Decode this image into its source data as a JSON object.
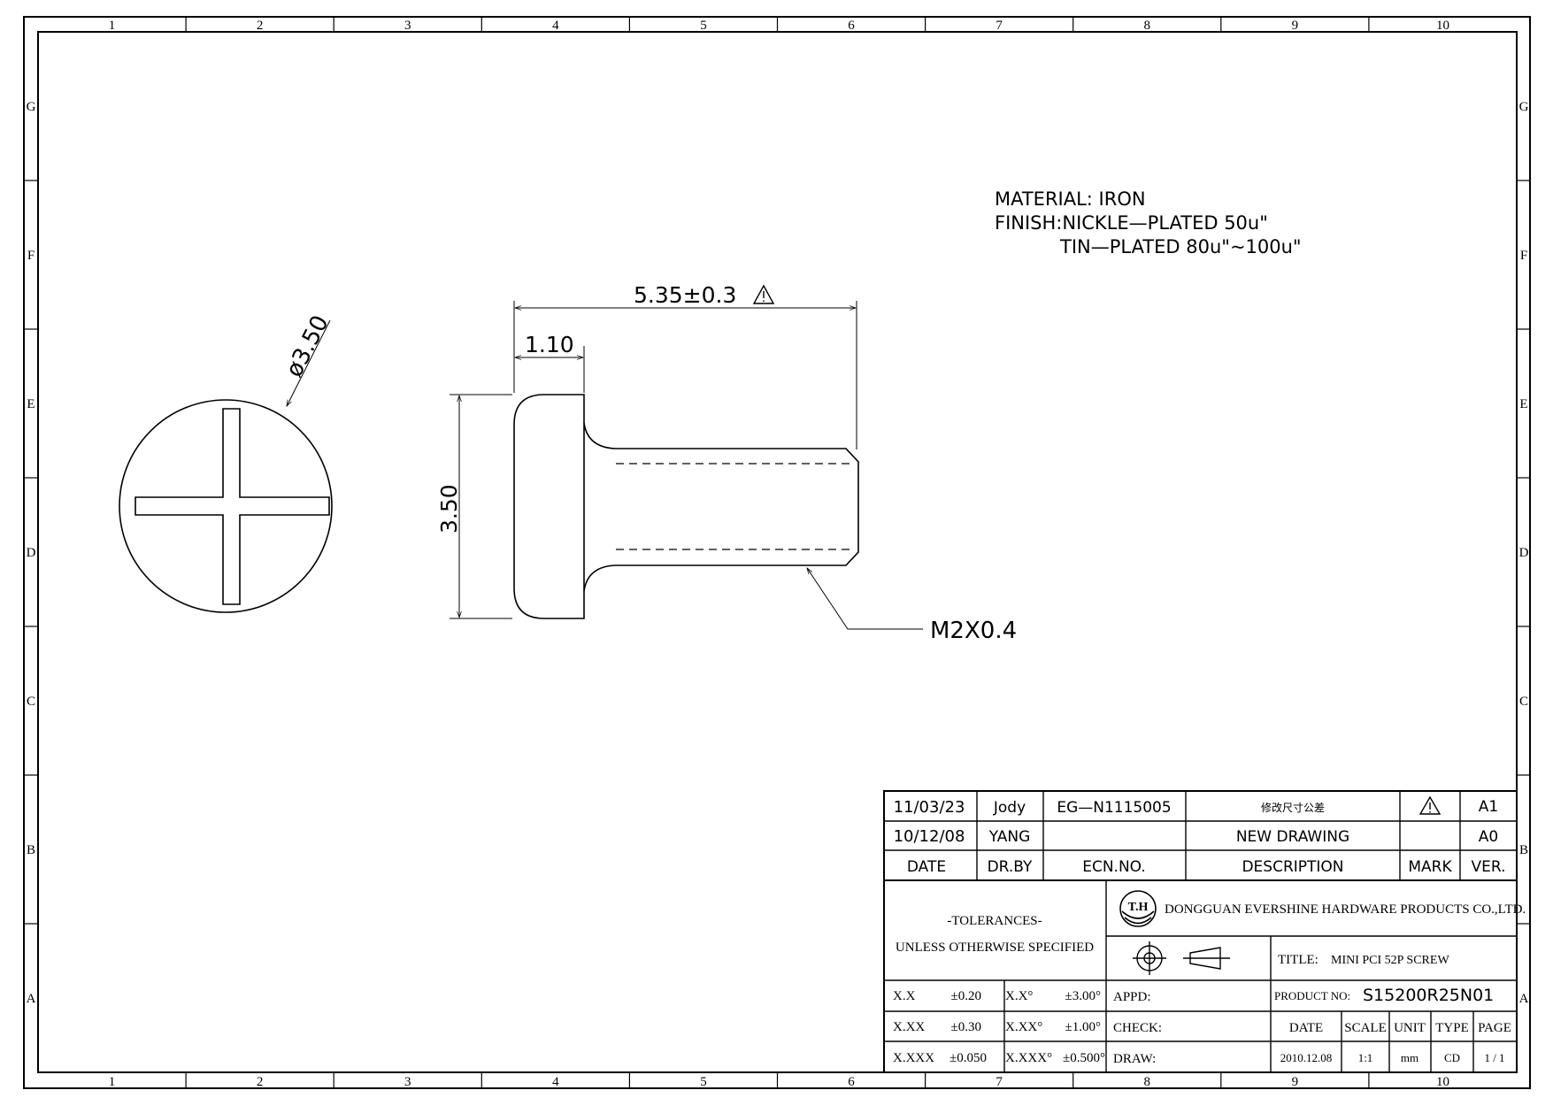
{
  "sheet": {
    "columns": [
      "1",
      "2",
      "3",
      "4",
      "5",
      "6",
      "7",
      "8",
      "9",
      "10"
    ],
    "rows": [
      "G",
      "F",
      "E",
      "D",
      "C",
      "B",
      "A"
    ]
  },
  "notes": {
    "material": "MATERIAL:  IRON",
    "finish": "FINISH:NICKLE—PLATED  50u\"",
    "finish2": "TIN—PLATED  80u\"~100u\""
  },
  "dimensions": {
    "head_diameter": "ø3.50",
    "overall_length": "5.35±0.3",
    "head_height": "1.10",
    "head_width": "3.50",
    "thread": "M2X0.4"
  },
  "revisions": [
    {
      "date": "11/03/23",
      "by": "Jody",
      "ecn": "EG—N1115005",
      "description": "修改尺寸公差",
      "mark": "triangle",
      "ver": "A1"
    },
    {
      "date": "10/12/08",
      "by": "YANG",
      "ecn": "",
      "description": "NEW  DRAWING",
      "mark": "",
      "ver": "A0"
    }
  ],
  "revision_headers": {
    "date": "DATE",
    "by": "DR.BY",
    "ecn": "ECN.NO.",
    "description": "DESCRIPTION",
    "mark": "MARK",
    "ver": "VER."
  },
  "title_block": {
    "tolerances_title": "-TOLERANCES-",
    "tolerances_sub": "UNLESS OTHERWISE SPECIFIED",
    "logo_text": "T.H",
    "company": "DONGGUAN EVERSHINE HARDWARE PRODUCTS CO.,LTD.",
    "title_label": "TITLE:",
    "title_value": "MINI PCI 52P SCREW",
    "product_label": "PRODUCT NO:",
    "product_value": "S15200R25N01",
    "appd_label": "APPD:",
    "check_label": "CHECK:",
    "draw_label": "DRAW:",
    "headers": {
      "date": "DATE",
      "scale": "SCALE",
      "unit": "UNIT",
      "type": "TYPE",
      "page": "PAGE"
    },
    "values": {
      "date": "2010.12.08",
      "scale": "1:1",
      "unit": "mm",
      "type": "CD",
      "page": "1 / 1"
    },
    "tolerances": [
      {
        "k1": "X.X",
        "v1": "±0.20",
        "k2": "X.X°",
        "v2": "±3.00°"
      },
      {
        "k1": "X.XX",
        "v1": "±0.30",
        "k2": "X.XX°",
        "v2": "±1.00°"
      },
      {
        "k1": "X.XXX",
        "v1": "±0.050",
        "k2": "X.XXX°",
        "v2": "±0.500°"
      }
    ]
  }
}
